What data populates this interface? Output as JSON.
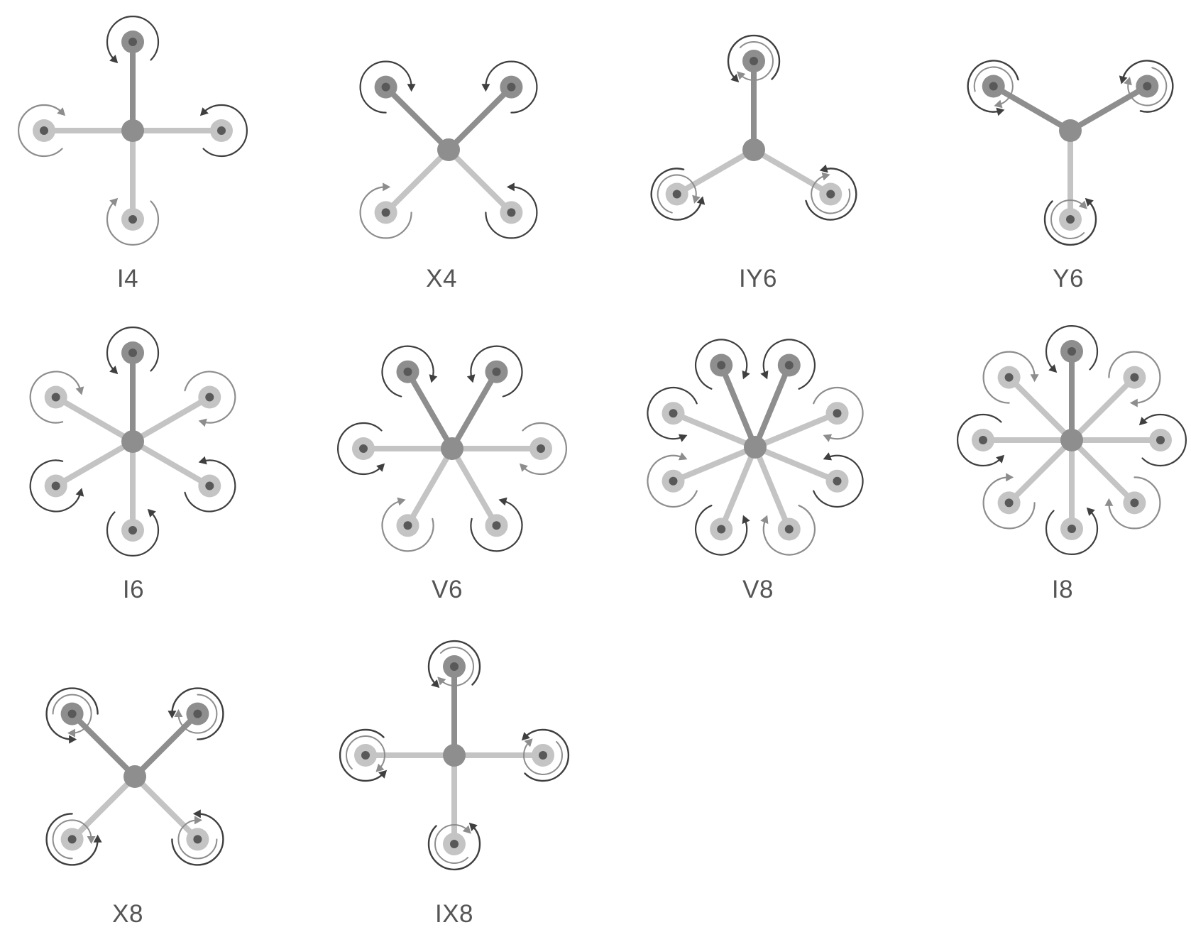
{
  "colors": {
    "arm_dark": "#8e8e8e",
    "arm_light": "#c4c4c4",
    "hub": "#8e8e8e",
    "motor_dot": "#595959",
    "arrow_dark": "#3f3f3f",
    "arrow_light": "#8d8d8d",
    "label": "#555555"
  },
  "figure": {
    "icon": "multirotor-frame-icon",
    "configs": [
      {
        "label": "I4",
        "arms": [
          {
            "angle": 90,
            "tone": "dark",
            "spin": "ccw"
          },
          {
            "angle": 0,
            "tone": "light",
            "spin": "ccw"
          },
          {
            "angle": 270,
            "tone": "light",
            "spin": "cw"
          },
          {
            "angle": 180,
            "tone": "light",
            "spin": "cw"
          }
        ]
      },
      {
        "label": "X4",
        "arms": [
          {
            "angle": 45,
            "tone": "dark",
            "spin": "ccw"
          },
          {
            "angle": 135,
            "tone": "dark",
            "spin": "cw"
          },
          {
            "angle": 225,
            "tone": "light",
            "spin": "cw"
          },
          {
            "angle": 315,
            "tone": "light",
            "spin": "ccw"
          }
        ]
      },
      {
        "label": "IY6",
        "arms": [
          {
            "angle": 90,
            "tone": "dark",
            "spin": "coaxial"
          },
          {
            "angle": 210,
            "tone": "light",
            "spin": "coaxial"
          },
          {
            "angle": 330,
            "tone": "light",
            "spin": "coaxial"
          }
        ]
      },
      {
        "label": "Y6",
        "arms": [
          {
            "angle": 30,
            "tone": "dark",
            "spin": "coaxial"
          },
          {
            "angle": 150,
            "tone": "dark",
            "spin": "coaxial"
          },
          {
            "angle": 270,
            "tone": "light",
            "spin": "coaxial"
          }
        ]
      },
      {
        "label": "I6",
        "arms": [
          {
            "angle": 90,
            "tone": "dark",
            "spin": "ccw"
          },
          {
            "angle": 30,
            "tone": "light",
            "spin": "cw"
          },
          {
            "angle": 150,
            "tone": "light",
            "spin": "cw"
          },
          {
            "angle": 210,
            "tone": "light",
            "spin": "ccw"
          },
          {
            "angle": 330,
            "tone": "light",
            "spin": "ccw"
          },
          {
            "angle": 270,
            "tone": "light",
            "spin": "ccw"
          }
        ]
      },
      {
        "label": "V6",
        "arms": [
          {
            "angle": 60,
            "tone": "dark",
            "spin": "ccw"
          },
          {
            "angle": 120,
            "tone": "dark",
            "spin": "cw"
          },
          {
            "angle": 0,
            "tone": "light",
            "spin": "cw"
          },
          {
            "angle": 180,
            "tone": "light",
            "spin": "ccw"
          },
          {
            "angle": 240,
            "tone": "light",
            "spin": "cw"
          },
          {
            "angle": 300,
            "tone": "light",
            "spin": "ccw"
          }
        ]
      },
      {
        "label": "V8",
        "arms": [
          {
            "angle": 67.5,
            "tone": "dark",
            "spin": "ccw"
          },
          {
            "angle": 112.5,
            "tone": "dark",
            "spin": "cw"
          },
          {
            "angle": 22.5,
            "tone": "light",
            "spin": "cw"
          },
          {
            "angle": 157.5,
            "tone": "light",
            "spin": "ccw"
          },
          {
            "angle": 202.5,
            "tone": "light",
            "spin": "cw"
          },
          {
            "angle": 247.5,
            "tone": "light",
            "spin": "ccw"
          },
          {
            "angle": 292.5,
            "tone": "light",
            "spin": "cw"
          },
          {
            "angle": 337.5,
            "tone": "light",
            "spin": "ccw"
          }
        ]
      },
      {
        "label": "I8",
        "arms": [
          {
            "angle": 90,
            "tone": "dark",
            "spin": "ccw"
          },
          {
            "angle": 45,
            "tone": "light",
            "spin": "cw"
          },
          {
            "angle": 135,
            "tone": "light",
            "spin": "cw"
          },
          {
            "angle": 0,
            "tone": "light",
            "spin": "ccw"
          },
          {
            "angle": 180,
            "tone": "light",
            "spin": "ccw"
          },
          {
            "angle": 225,
            "tone": "light",
            "spin": "cw"
          },
          {
            "angle": 315,
            "tone": "light",
            "spin": "cw"
          },
          {
            "angle": 270,
            "tone": "light",
            "spin": "ccw"
          }
        ]
      },
      {
        "label": "X8",
        "arms": [
          {
            "angle": 45,
            "tone": "dark",
            "spin": "coaxial"
          },
          {
            "angle": 135,
            "tone": "dark",
            "spin": "coaxial"
          },
          {
            "angle": 225,
            "tone": "light",
            "spin": "coaxial"
          },
          {
            "angle": 315,
            "tone": "light",
            "spin": "coaxial"
          }
        ]
      },
      {
        "label": "IX8",
        "arms": [
          {
            "angle": 90,
            "tone": "dark",
            "spin": "coaxial"
          },
          {
            "angle": 0,
            "tone": "light",
            "spin": "coaxial"
          },
          {
            "angle": 180,
            "tone": "light",
            "spin": "coaxial"
          },
          {
            "angle": 270,
            "tone": "light",
            "spin": "coaxial"
          }
        ]
      }
    ]
  }
}
